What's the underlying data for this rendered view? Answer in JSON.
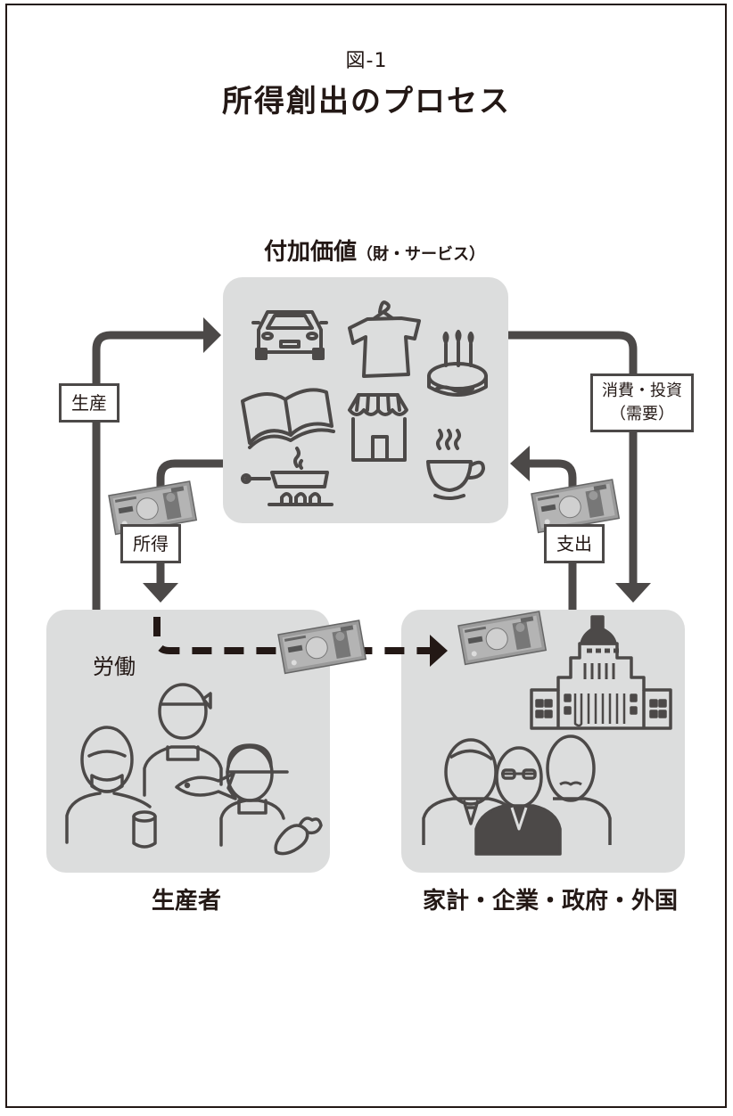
{
  "figure": {
    "number": "図-1",
    "title": "所得創出のプロセス"
  },
  "value_added_panel": {
    "title": "付加価値",
    "subtitle": "（財・サービス）",
    "icons": [
      "car-icon",
      "shirt-on-hanger-icon",
      "birthday-cake-icon",
      "open-book-icon",
      "shop-icon",
      "frying-pan-icon",
      "coffee-cup-icon"
    ]
  },
  "flows": {
    "production": "生産",
    "income": "所得",
    "spending": "支出",
    "demand_line1": "消費・投資",
    "demand_line2": "（需要）",
    "labor": "労働"
  },
  "producer_panel": {
    "caption": "生産者",
    "icons": [
      "worker-with-mask-icon",
      "fishmonger-icon",
      "farmer-with-carrot-icon",
      "can-icon",
      "fish-icon"
    ]
  },
  "demand_panel": {
    "caption": "家計・企業・政府・外国",
    "icons": [
      "parliament-building-icon",
      "businessmen-group-icon"
    ]
  },
  "money_icon": "yen-banknote-icon",
  "colors": {
    "panel_bg": "#dcdddd",
    "arrow": "#4c4948",
    "dashed_arrow": "#231815",
    "text": "#231815"
  }
}
